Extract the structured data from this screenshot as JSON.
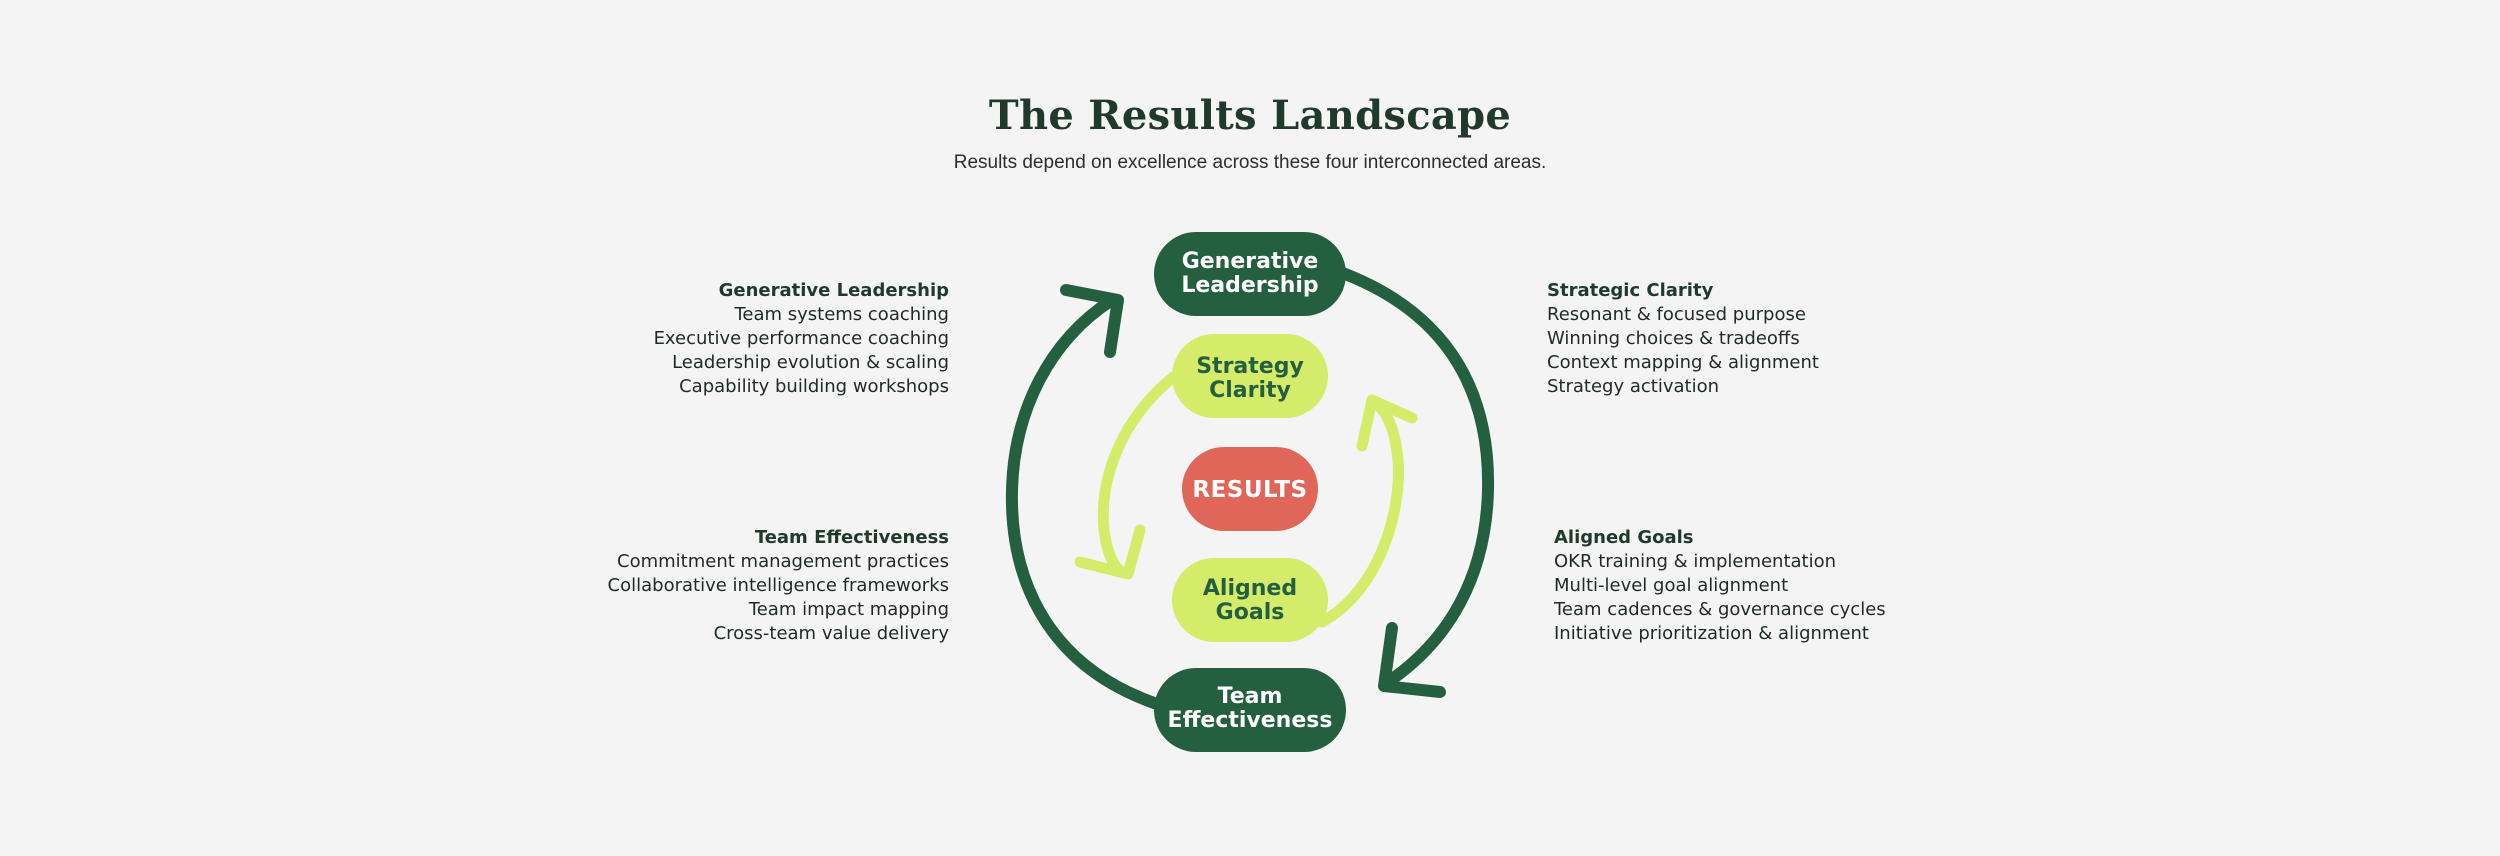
{
  "header": {
    "title": "The Results Landscape",
    "subtitle": "Results depend on excellence across these four interconnected areas."
  },
  "colors": {
    "background": "#f4f4f4",
    "dark_green": "#245f3f",
    "lime": "#d4ec6a",
    "coral": "#e0665a",
    "text": "#1f3a2c"
  },
  "diagram": {
    "outer_top": [
      "Generative",
      "Leadership"
    ],
    "outer_bottom": [
      "Team",
      "Effectiveness"
    ],
    "inner_top": [
      "Strategy",
      "Clarity"
    ],
    "inner_bottom": [
      "Aligned",
      "Goals"
    ],
    "center": "RESULTS"
  },
  "areas": {
    "generative_leadership": {
      "title": "Generative Leadership",
      "items": [
        "Team systems coaching",
        "Executive performance coaching",
        "Leadership evolution & scaling",
        "Capability building workshops"
      ]
    },
    "strategic_clarity": {
      "title": "Strategic Clarity",
      "items": [
        "Resonant & focused purpose",
        "Winning choices & tradeoffs",
        "Context mapping & alignment",
        "Strategy activation"
      ]
    },
    "team_effectiveness": {
      "title": "Team Effectiveness",
      "items": [
        "Commitment management practices",
        "Collaborative intelligence frameworks",
        "Team impact mapping",
        "Cross-team value delivery"
      ]
    },
    "aligned_goals": {
      "title": "Aligned Goals",
      "items": [
        "OKR training & implementation",
        "Multi-level goal alignment",
        "Team cadences & governance cycles",
        "Initiative prioritization & alignment"
      ]
    }
  }
}
